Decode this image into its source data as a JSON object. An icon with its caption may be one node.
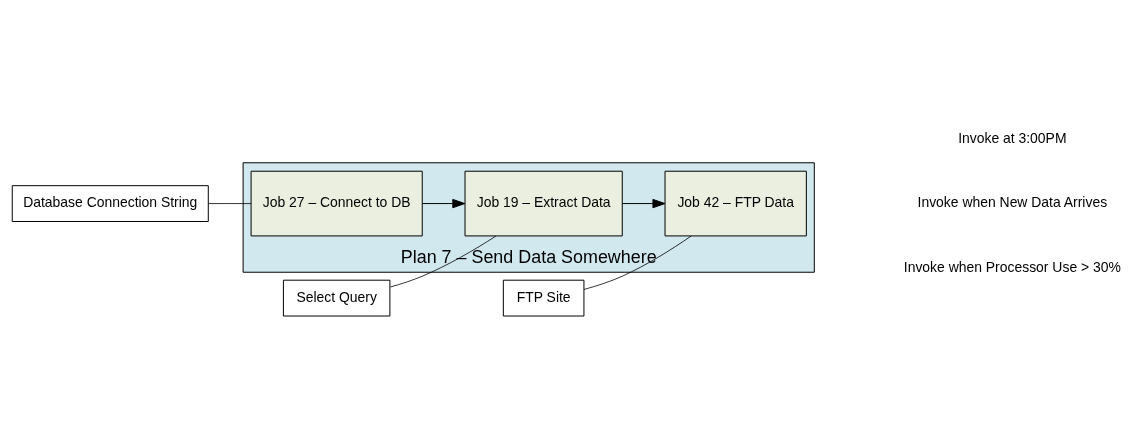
{
  "diagram": {
    "nodes": [
      {
        "text": [
          "Database Connection String"
        ]
      },
      {
        "text": [
          "Plan 7 – Send Data Somewhere"
        ]
      },
      {
        "text": [
          "Job 27 – Connect to DB"
        ],
        "in": 1
      },
      {
        "text": [
          "Job 19 – Extract Data"
        ],
        "in": 1
      },
      {
        "text": [
          "Job 42 – FTP Data"
        ],
        "in": 1
      },
      {
        "text": [
          "FTP Site"
        ]
      },
      {
        "text": [
          "Select Query"
        ]
      }
    ],
    "edges": [
      {
        "from": 2,
        "to": 3,
        "arrow": "to"
      },
      {
        "from": 3,
        "to": 4,
        "arrow": "to"
      },
      {
        "from": 0,
        "to": 2,
        "arrow": "none"
      },
      {
        "from": 6,
        "to": 3,
        "arrow": "none"
      },
      {
        "from": 5,
        "to": 4,
        "arrow": "none"
      }
    ],
    "labels": [
      "Invoke at 3:00PM",
      "Invoke when New Data Arrives",
      "Invoke when Processor Use > 30%"
    ]
  }
}
